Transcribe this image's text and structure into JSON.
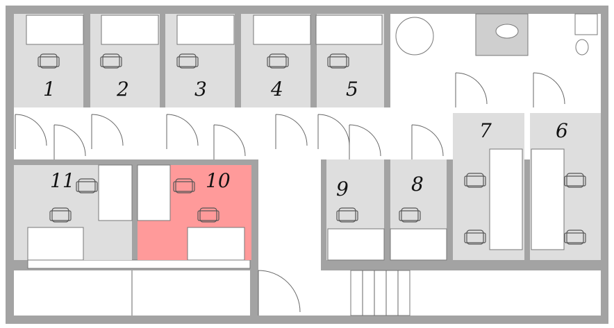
{
  "title": "Office floor plan",
  "highlight_color": "#ff9a9a",
  "rooms": [
    {
      "label": "1"
    },
    {
      "label": "2"
    },
    {
      "label": "3"
    },
    {
      "label": "4"
    },
    {
      "label": "5"
    },
    {
      "label": "6"
    },
    {
      "label": "7"
    },
    {
      "label": "8"
    },
    {
      "label": "9"
    },
    {
      "label": "10",
      "highlighted": true
    },
    {
      "label": "11"
    }
  ]
}
